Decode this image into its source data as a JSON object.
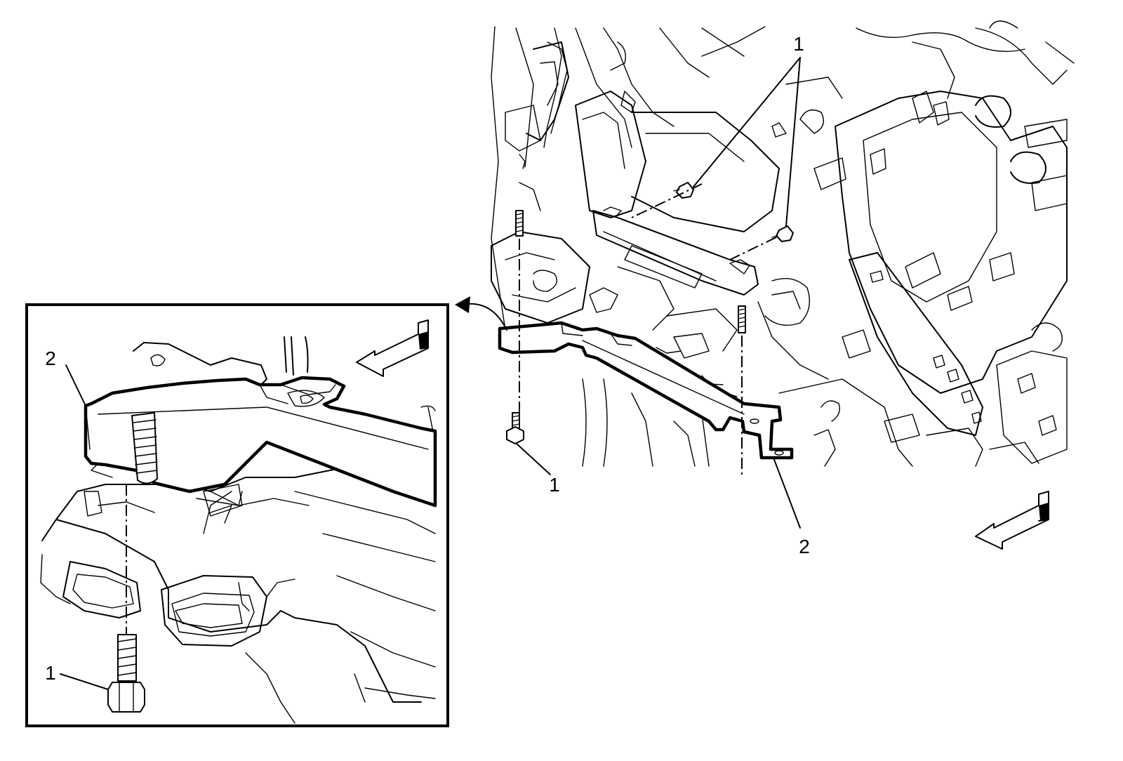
{
  "figure": {
    "main_view": {
      "callouts": [
        {
          "id": "bolt-top",
          "label": "1"
        },
        {
          "id": "bolt-bottom",
          "label": "1"
        },
        {
          "id": "bracket",
          "label": "2"
        }
      ]
    },
    "detail_view": {
      "callouts": [
        {
          "id": "bracket",
          "label": "2"
        },
        {
          "id": "bolt",
          "label": "1"
        }
      ]
    },
    "icons": [
      "front-direction-arrow-icon",
      "detail-view-curved-arrow-icon",
      "bolt-icon",
      "stud-icon"
    ]
  }
}
